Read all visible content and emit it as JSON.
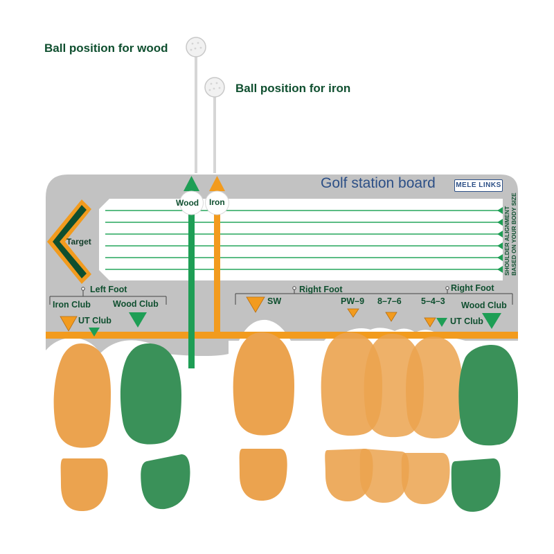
{
  "callouts": {
    "wood": "Ball position for wood",
    "iron": "Ball position for iron"
  },
  "board": {
    "title": "Golf station board",
    "brand": "MELE LINKS",
    "alignment_note_line1": "SHOULDER ALIGNMENT",
    "alignment_note_line2": "BASED ON YOUR BODY SIZE",
    "target_label": "Target",
    "wood_arrow_label": "Wood",
    "iron_arrow_label": "Iron"
  },
  "left_foot": {
    "label": "Left Foot",
    "iron_club": "Iron Club",
    "wood_club": "Wood Club",
    "ut_club": "UT Club"
  },
  "right_foot": {
    "label_a": "Right Foot",
    "label_b": "Right Foot",
    "sw": "SW",
    "pw_9": "PW–9",
    "iron_876": "8–7–6",
    "iron_543": "5–4–3",
    "ut_club": "UT Club",
    "wood_club": "Wood Club"
  },
  "colors": {
    "board_gray": "#c2c2c2",
    "line_green": "#25a65b",
    "arrow_green": "#1e9e55",
    "accent_orange": "#f29b1e",
    "orange_foot": "#eba34f",
    "green_foot": "#3a9159",
    "dark_green": "#0f4f2f",
    "title_blue": "#2c4f86"
  },
  "icons": {
    "golf_ball": "golf-ball-icon",
    "footprint": "footprint-icon",
    "marker": "triangle-marker-icon",
    "target_chevron": "chevron-left-icon"
  }
}
